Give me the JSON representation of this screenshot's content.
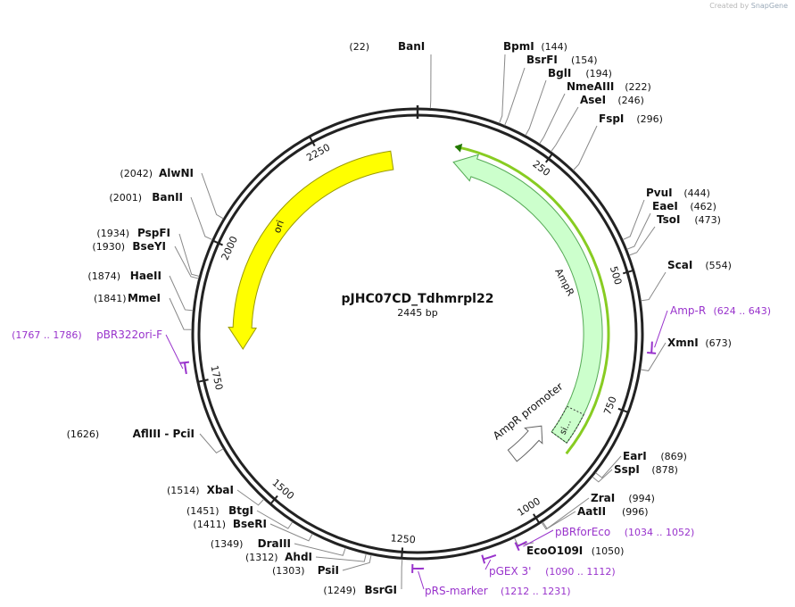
{
  "credit": {
    "prefix": "Created by",
    "brand": "SnapGene"
  },
  "plasmid": {
    "name": "pJHC07CD_Tdhmrpl22",
    "size_label": "2445 bp",
    "length": 2445
  },
  "ticks": [
    {
      "pos": 250,
      "label": "250"
    },
    {
      "pos": 500,
      "label": "500"
    },
    {
      "pos": 750,
      "label": "750"
    },
    {
      "pos": 1000,
      "label": "1000"
    },
    {
      "pos": 1250,
      "label": "1250"
    },
    {
      "pos": 1500,
      "label": "1500"
    },
    {
      "pos": 1750,
      "label": "1750"
    },
    {
      "pos": 2000,
      "label": "2000"
    },
    {
      "pos": 2250,
      "label": "2250"
    }
  ],
  "features": [
    {
      "name": "ori",
      "label": "ori",
      "color": "#ffff00",
      "stroke": "#999900",
      "start": 1800,
      "end": 2388,
      "strand": -1
    },
    {
      "name": "AmpR",
      "label": "AmpR",
      "color": "#ccffcc",
      "stroke": "#55aa55",
      "start": 80,
      "end": 857,
      "strand": -1
    },
    {
      "name": "AmpR-promoter",
      "label": "AmpR promoter",
      "color": "#ffffff",
      "stroke": "#666666",
      "start": 860,
      "end": 965,
      "strand": -1
    },
    {
      "name": "signal-seq",
      "label": "si...",
      "start": 787,
      "end": 857
    }
  ],
  "orf_color": "#88cc22",
  "sites": [
    {
      "name": "BanI",
      "pos": "22"
    },
    {
      "name": "BpmI",
      "pos": "144"
    },
    {
      "name": "BsrFI",
      "pos": "154"
    },
    {
      "name": "BglI",
      "pos": "194"
    },
    {
      "name": "NmeAIII",
      "pos": "222"
    },
    {
      "name": "AseI",
      "pos": "246"
    },
    {
      "name": "FspI",
      "pos": "296"
    },
    {
      "name": "PvuI",
      "pos": "444"
    },
    {
      "name": "EaeI",
      "pos": "462"
    },
    {
      "name": "TsoI",
      "pos": "473"
    },
    {
      "name": "ScaI",
      "pos": "554"
    },
    {
      "name": "XmnI",
      "pos": "673"
    },
    {
      "name": "EarI",
      "pos": "869"
    },
    {
      "name": "SspI",
      "pos": "878"
    },
    {
      "name": "ZraI",
      "pos": "994"
    },
    {
      "name": "AatII",
      "pos": "996"
    },
    {
      "name": "EcoO109I",
      "pos": "1050"
    },
    {
      "name": "BsrGI",
      "pos": "1249"
    },
    {
      "name": "PsiI",
      "pos": "1303"
    },
    {
      "name": "AhdI",
      "pos": "1312"
    },
    {
      "name": "DraIII",
      "pos": "1349"
    },
    {
      "name": "BseRI",
      "pos": "1411"
    },
    {
      "name": "BtgI",
      "pos": "1451"
    },
    {
      "name": "XbaI",
      "pos": "1514"
    },
    {
      "name": "AflIII - PciI",
      "pos": "1626"
    },
    {
      "name": "MmeI",
      "pos": "1841"
    },
    {
      "name": "HaeII",
      "pos": "1874"
    },
    {
      "name": "BseYI",
      "pos": "1930"
    },
    {
      "name": "PspFI",
      "pos": "1934"
    },
    {
      "name": "BanII",
      "pos": "2001"
    },
    {
      "name": "AlwNI",
      "pos": "2042"
    }
  ],
  "primers": [
    {
      "name": "Amp-R",
      "range": "(624 .. 643)",
      "start": 624,
      "end": 643
    },
    {
      "name": "pBRforEco",
      "range": "(1034 .. 1052)",
      "start": 1034,
      "end": 1052
    },
    {
      "name": "pGEX 3'",
      "range": "(1090 .. 1112)",
      "start": 1090,
      "end": 1112
    },
    {
      "name": "pRS-marker",
      "range": "(1212 .. 1231)",
      "start": 1212,
      "end": 1231
    },
    {
      "name": "pBR322ori-F",
      "range": "(1767 .. 1786)",
      "start": 1767,
      "end": 1786
    }
  ],
  "primer_color": "#9933cc"
}
